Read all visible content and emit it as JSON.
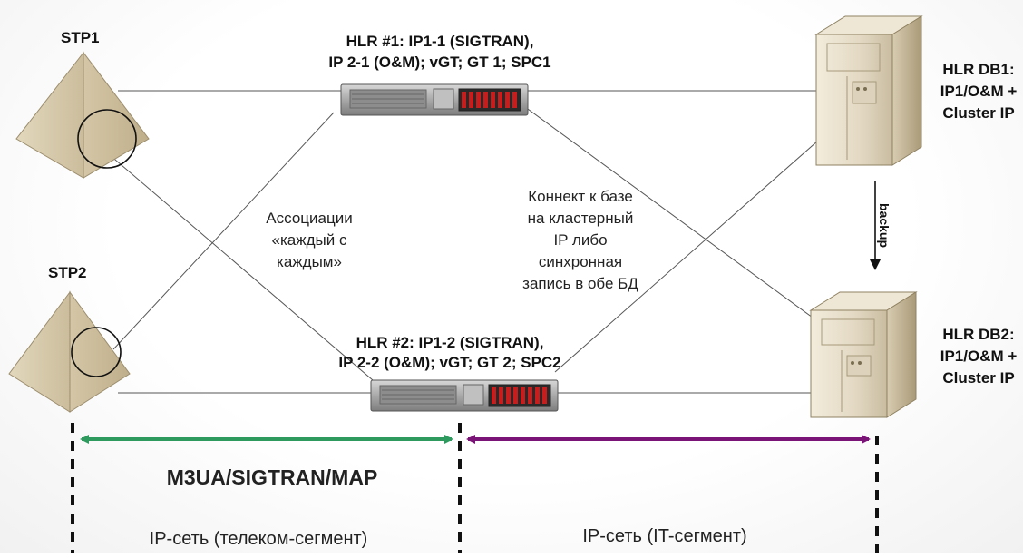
{
  "nodes": {
    "stp1": "STP1",
    "stp2": "STP2",
    "hlr1": [
      "HLR #1: IP1-1 (SIGTRAN),",
      "IP 2-1 (O&M); vGT; GT 1; SPC1"
    ],
    "hlr2": [
      "HLR #2: IP1-2 (SIGTRAN),",
      "IP 2-2 (O&M); vGT; GT 2; SPC2"
    ],
    "db1": [
      "HLR DB1:",
      "IP1/O&M +",
      "Cluster IP"
    ],
    "db2": [
      "HLR DB2:",
      "IP1/O&M +",
      "Cluster IP"
    ]
  },
  "annotations": {
    "associations": [
      "Ассоциации",
      "«каждый с",
      "каждым»"
    ],
    "db_connect": [
      "Коннект к базе",
      "на кластерный",
      "IP либо",
      "синхронная",
      "запись в обе БД"
    ],
    "backup": "backup"
  },
  "segments": {
    "protocol": "M3UA/SIGTRAN/MAP",
    "telecom": "IP-сеть (телеком-сегмент)",
    "it": "IP-сеть (IT-сегмент)"
  },
  "colors": {
    "telecom_arrow": "#2e9a5e",
    "it_arrow": "#7a1577",
    "pyramid": "#ddd0b3",
    "server_tower": "#e7dfcd"
  }
}
